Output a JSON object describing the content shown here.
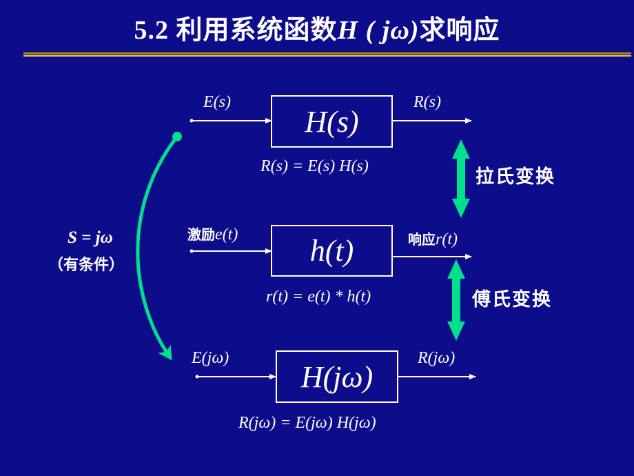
{
  "title": {
    "prefix": "5.2  利用系统函数",
    "symbol": "H ( jω)",
    "suffix": "求响应"
  },
  "row1": {
    "input_label": "E(s)",
    "block": "H(s)",
    "output_label": "R(s)",
    "equation": "R(s) = E(s) H(s)"
  },
  "row2": {
    "input_prefix": "激励",
    "input_label": "e(t)",
    "block": "h(t)",
    "output_prefix": "响应",
    "output_label": "r(t)",
    "equation": "r(t) = e(t) * h(t)"
  },
  "row3": {
    "input_label": "E(jω)",
    "block": "H(jω)",
    "output_label": "R(jω)",
    "equation": "R(jω) = E(jω) H(jω)"
  },
  "transforms": {
    "laplace": "拉氏变换",
    "fourier": "傅氏变换"
  },
  "substitution": {
    "formula": "S = jω",
    "condition": "（有条件）"
  },
  "colors": {
    "background": "#0d0d8c",
    "foreground": "#ffffff",
    "arrow_accent": "#00e08a",
    "rule_dark": "#b8860b",
    "rule_light": "#e6c35c"
  }
}
